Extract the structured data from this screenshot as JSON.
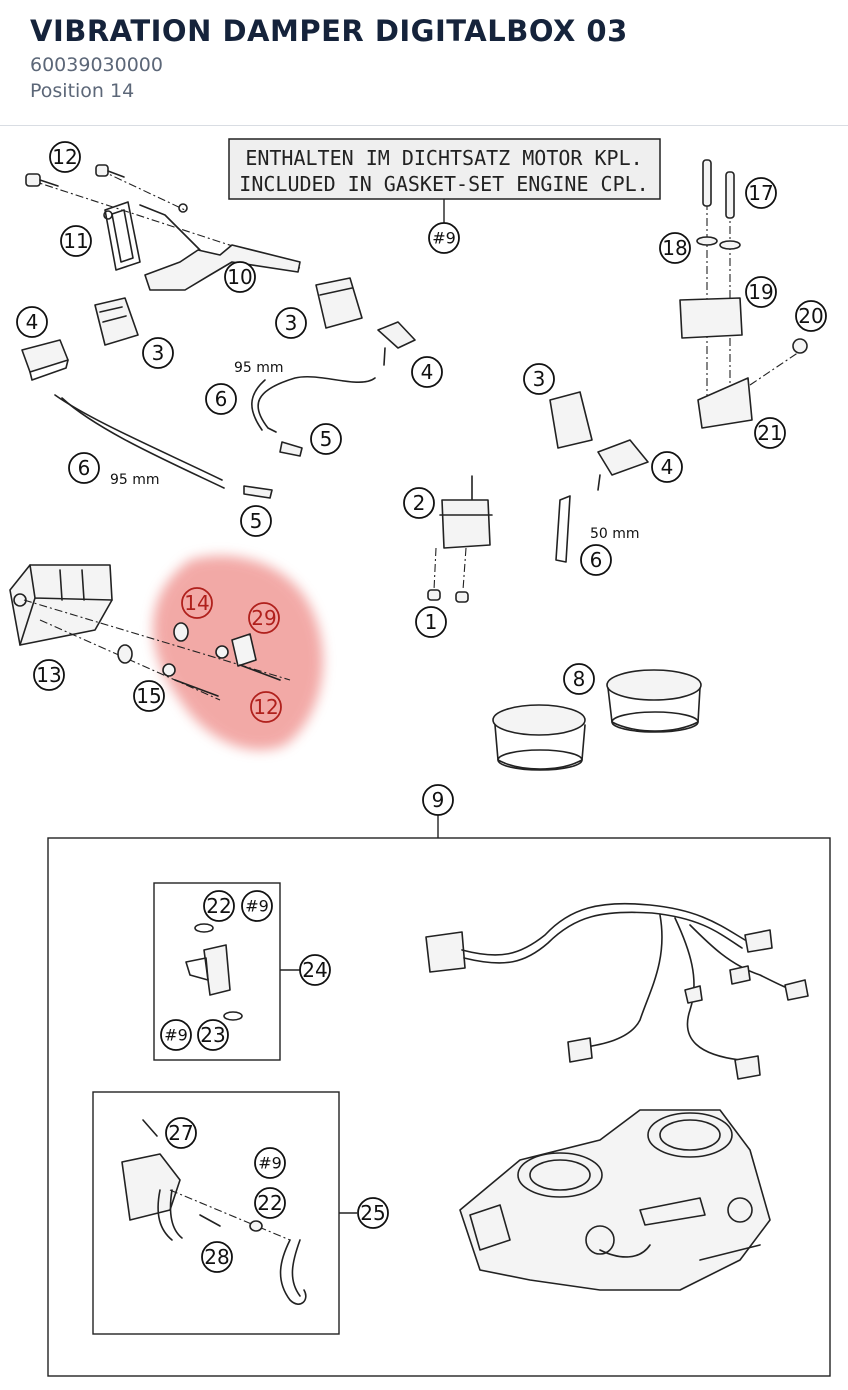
{
  "header": {
    "title": "VIBRATION DAMPER DIGITALBOX 03",
    "part_number": "60039030000",
    "position": "Position 14"
  },
  "diagram": {
    "note_line1": "ENTHALTEN IM DICHTSATZ MOTOR KPL.",
    "note_line2": "INCLUDED IN GASKET-SET ENGINE CPL.",
    "note_ref": "#9",
    "highlight_color": "#e8645f",
    "dimensions": {
      "hose_a": "95 mm",
      "hose_b": "95 mm",
      "hose_c": "50 mm"
    },
    "callouts": {
      "c1": "1",
      "c2": "2",
      "c3a": "3",
      "c3b": "3",
      "c4a": "4",
      "c4b": "4",
      "c4c": "4",
      "c5a": "5",
      "c5b": "5",
      "c6a": "6",
      "c6b": "6",
      "c6c": "6",
      "c8": "8",
      "c9": "9",
      "c10": "10",
      "c11": "11",
      "c12a": "12",
      "c12b": "12",
      "c13": "13",
      "c14": "14",
      "c15": "15",
      "c17": "17",
      "c18": "18",
      "c19": "19",
      "c20": "20",
      "c21": "21",
      "c22a": "22",
      "c22b": "22",
      "c23": "23",
      "c24": "24",
      "c25": "25",
      "c27": "27",
      "c28": "28",
      "c29": "29",
      "h9a": "#9",
      "h9b": "#9",
      "h9c": "#9"
    }
  }
}
